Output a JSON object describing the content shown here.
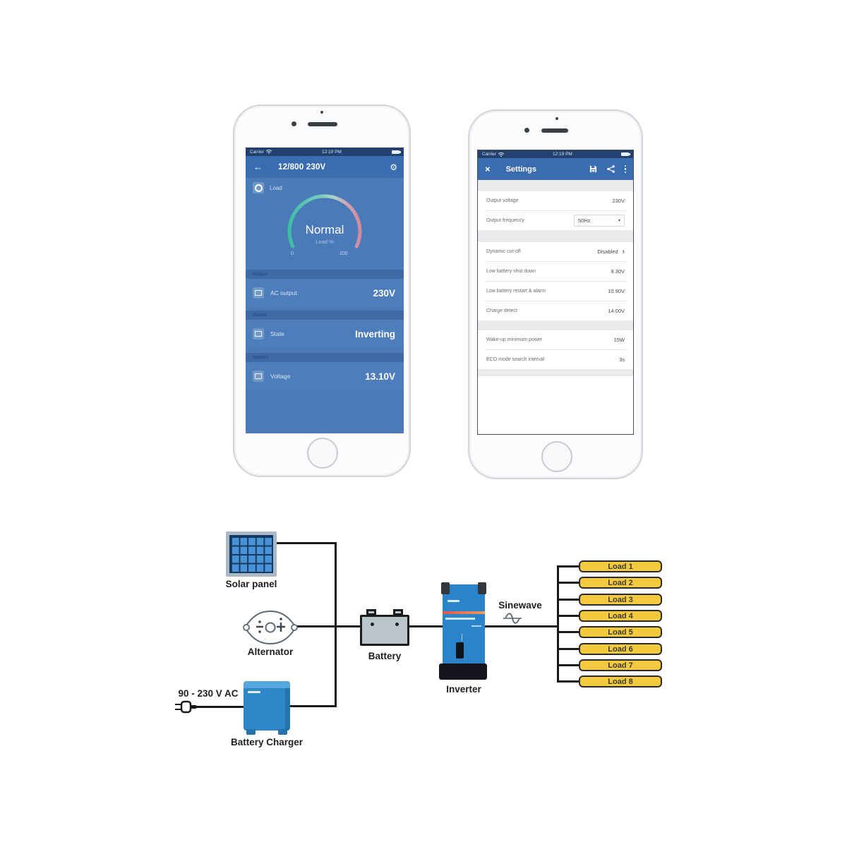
{
  "phones": {
    "left": {
      "status": {
        "carrier": "Carrier",
        "time": "12:19 PM"
      },
      "header": {
        "back_icon": "←",
        "title": "12/800 230V",
        "gear_icon": "⚙"
      },
      "load_tile": {
        "label": "Load"
      },
      "gauge": {
        "state": "Normal",
        "sublabel": "Load %",
        "min": "0",
        "max": "200"
      },
      "sections": [
        {
          "label": "Output",
          "row": {
            "label": "AC output",
            "value": "230V"
          }
        },
        {
          "label": "Status",
          "row": {
            "label": "State",
            "value": "Inverting"
          }
        },
        {
          "label": "Battery",
          "row": {
            "label": "Voltage",
            "value": "13.10V"
          }
        }
      ]
    },
    "right": {
      "status": {
        "carrier": "Carrier",
        "time": "12:19 PM"
      },
      "header": {
        "close_icon": "×",
        "title": "Settings"
      },
      "groups": [
        {
          "rows": [
            {
              "label": "Output voltage",
              "value": "230V"
            },
            {
              "label": "Output frequency",
              "value": "50Hz",
              "caret": "▾"
            }
          ]
        },
        {
          "rows": [
            {
              "label": "Dynamic cut-off",
              "value": "Disabled",
              "chevron": "›"
            },
            {
              "label": "Low battery shut down",
              "value": "9.30V"
            },
            {
              "label": "Low battery restart & alarm",
              "value": "10.90V"
            },
            {
              "label": "Charge detect",
              "value": "14.00V"
            }
          ]
        },
        {
          "rows": [
            {
              "label": "Wake-up minimum power",
              "value": "15W"
            },
            {
              "label": "ECO mode search interval",
              "value": "3s"
            }
          ]
        }
      ]
    }
  },
  "diagram": {
    "solar_panel_label": "Solar panel",
    "alternator_label": "Alternator",
    "battery_label": "Battery",
    "inverter_label": "Inverter",
    "battery_charger_label": "Battery Charger",
    "ac_input_label": "90 - 230 V AC",
    "sinewave_label": "Sinewave",
    "loads": [
      "Load 1",
      "Load 2",
      "Load 3",
      "Load 4",
      "Load 5",
      "Load 6",
      "Load 7",
      "Load 8"
    ]
  },
  "colors": {
    "header_blue": "#3a6cb0",
    "status_navy": "#24406f",
    "dashboard_blue": "#4a7ab8",
    "section_strip_blue": "#3f69a4",
    "gauge_teal": "#3dbfa4",
    "gauge_pink": "#d08ba1",
    "load_yellow": "#f3c93d",
    "wire_black": "#1a1a1a",
    "victron_blue": "#2d87c8"
  }
}
